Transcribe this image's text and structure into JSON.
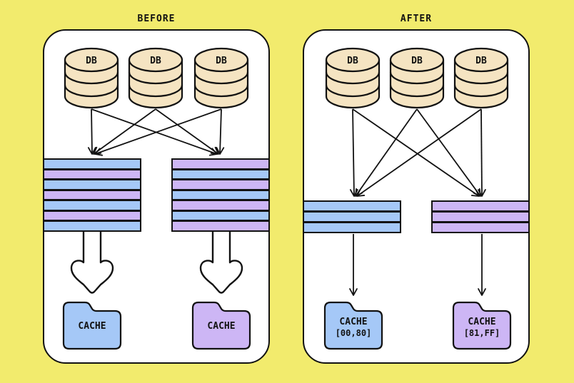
{
  "background_color": "#F2EB6D",
  "stroke_color": "#121212",
  "colors": {
    "db_cylinder": "#F5E4C2",
    "queue_blue": "#A5C8F7",
    "queue_purple": "#CDB6F5",
    "panel_fill": "#FFFFFF"
  },
  "panels": [
    {
      "title": "BEFORE",
      "databases": [
        {
          "label": "DB"
        },
        {
          "label": "DB"
        },
        {
          "label": "DB"
        }
      ],
      "queues": [
        {
          "stripes": [
            "#A5C8F7",
            "#CDB6F5",
            "#A5C8F7",
            "#CDB6F5",
            "#A5C8F7",
            "#CDB6F5",
            "#A5C8F7"
          ]
        },
        {
          "stripes": [
            "#CDB6F5",
            "#A5C8F7",
            "#CDB6F5",
            "#A5C8F7",
            "#CDB6F5",
            "#A5C8F7",
            "#CDB6F5"
          ]
        }
      ],
      "caches": [
        {
          "label": "CACHE",
          "range": "",
          "color": "#A5C8F7"
        },
        {
          "label": "CACHE",
          "range": "",
          "color": "#CDB6F5"
        }
      ]
    },
    {
      "title": "AFTER",
      "databases": [
        {
          "label": "DB"
        },
        {
          "label": "DB"
        },
        {
          "label": "DB"
        }
      ],
      "queues": [
        {
          "stripes": [
            "#A5C8F7",
            "#A5C8F7",
            "#A5C8F7"
          ]
        },
        {
          "stripes": [
            "#CDB6F5",
            "#CDB6F5",
            "#CDB6F5"
          ]
        }
      ],
      "caches": [
        {
          "label": "CACHE",
          "range": "[00,80]",
          "color": "#A5C8F7"
        },
        {
          "label": "CACHE",
          "range": "[81,FF]",
          "color": "#CDB6F5"
        }
      ]
    }
  ]
}
